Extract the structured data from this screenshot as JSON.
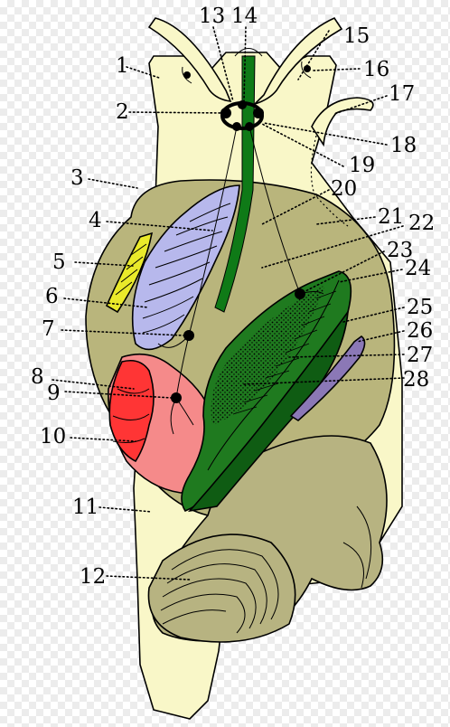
{
  "labels": [
    {
      "key": "1",
      "text": "1"
    },
    {
      "key": "2",
      "text": "2"
    },
    {
      "key": "3",
      "text": "3"
    },
    {
      "key": "4",
      "text": "4"
    },
    {
      "key": "5",
      "text": "5"
    },
    {
      "key": "6",
      "text": "6"
    },
    {
      "key": "7",
      "text": "7"
    },
    {
      "key": "8",
      "text": "8"
    },
    {
      "key": "9",
      "text": "9"
    },
    {
      "key": "10",
      "text": "10"
    },
    {
      "key": "11",
      "text": "11"
    },
    {
      "key": "12",
      "text": "12"
    },
    {
      "key": "13",
      "text": "13"
    },
    {
      "key": "14",
      "text": "14"
    },
    {
      "key": "15",
      "text": "15"
    },
    {
      "key": "16",
      "text": "16"
    },
    {
      "key": "17",
      "text": "17"
    },
    {
      "key": "18",
      "text": "18"
    },
    {
      "key": "19",
      "text": "19"
    },
    {
      "key": "20",
      "text": "20"
    },
    {
      "key": "21",
      "text": "21"
    },
    {
      "key": "22",
      "text": "22"
    },
    {
      "key": "23",
      "text": "23"
    },
    {
      "key": "24",
      "text": "24"
    },
    {
      "key": "25",
      "text": "25"
    },
    {
      "key": "26",
      "text": "26"
    },
    {
      "key": "27",
      "text": "27"
    },
    {
      "key": "28",
      "text": "28"
    }
  ],
  "colors": {
    "foot": "#f9f7c8",
    "visceral_mass": "#b9b57c",
    "shell": "#b7b381",
    "kidney": "#b7b8ec",
    "osphradium": "#eaea2a",
    "heart_atrium": "#f58a8a",
    "heart_ventricle": "#ff3535",
    "gill": "#1f7a1f",
    "gill_dark": "#0f5c13",
    "hypobranchial_gland": "#8b78b6",
    "nerve": "#0f7a17",
    "ganglion": "#000000"
  }
}
